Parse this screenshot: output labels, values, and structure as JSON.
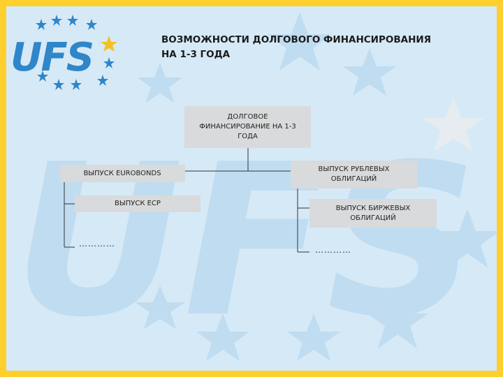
{
  "title": {
    "line1": "ВОЗМОЖНОСТИ ДОЛГОВОГО ФИНАНСИРОВАНИЯ",
    "line2": "НА 1-3 ГОДА"
  },
  "logo": {
    "text": "UFS",
    "colors": {
      "letters": "#2f86c8",
      "stars_blue": "#2f86c8",
      "star_gold": "#f5c022"
    }
  },
  "diagram": {
    "root": {
      "line1": "ДОЛГОВОЕ",
      "line2": "ФИНАНСИРОВАНИЕ НА 1-3",
      "line3": "ГОДА"
    },
    "left": {
      "main": "ВЫПУСК EUROBONDS",
      "child": "ВЫПУСК ECP",
      "ellipsis": "…………"
    },
    "right": {
      "main": {
        "line1": "ВЫПУСК РУБЛЕВЫХ",
        "line2": "ОБЛИГАЦИЙ"
      },
      "child": {
        "line1": "ВЫПУСК БИРЖЕВЫХ",
        "line2": "ОБЛИГАЦИЙ"
      },
      "ellipsis": "…………"
    }
  },
  "colors": {
    "frame": "#ffcf2e",
    "background": "#d6e9f6",
    "box": "#d9dadb",
    "line": "#333333"
  }
}
